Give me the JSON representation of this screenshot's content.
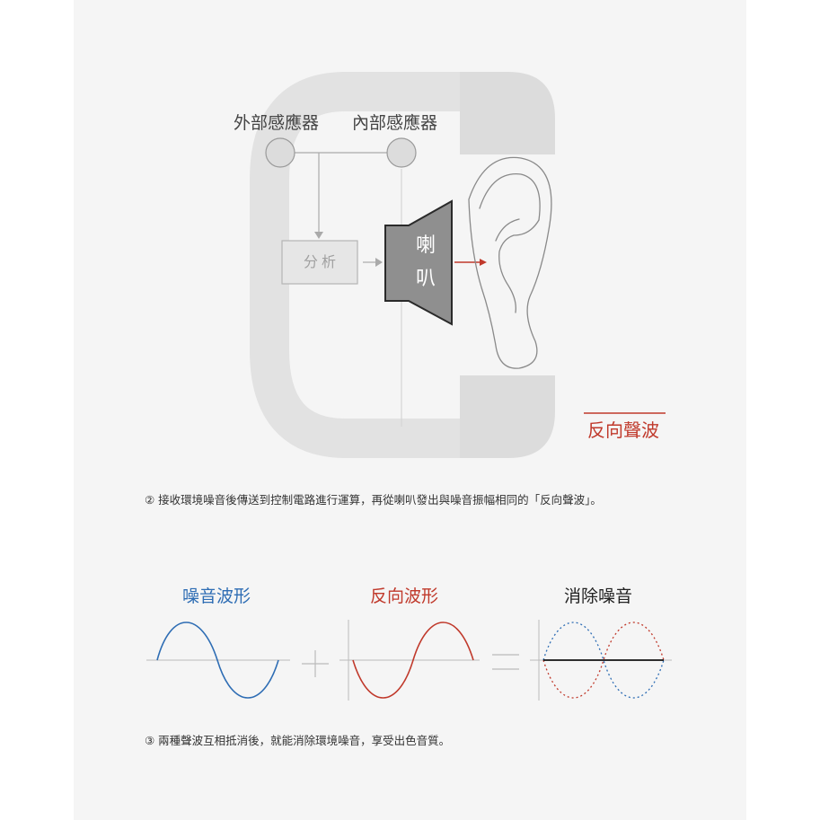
{
  "labels": {
    "external_sensor": "外部感應器",
    "internal_sensor": "內部感應器",
    "analysis": "分析",
    "speaker_line1": "喇",
    "speaker_line2": "叭",
    "anti_wave": "反向聲波"
  },
  "captions": {
    "step2": "② 接收環境噪音後傳送到控制電路進行運算，再從喇叭發出與噪音振幅相同的「反向聲波」。",
    "step3": "③ 兩種聲波互相抵消後，就能消除環境噪音，享受出色音質。"
  },
  "waves": {
    "noise_title": "噪音波形",
    "anti_title": "反向波形",
    "cancel_title": "消除噪音"
  },
  "colors": {
    "noise": "#2e6db4",
    "anti": "#c0392b",
    "text": "#333333",
    "panel": "#f5f5f5",
    "earbud": "#dcdcdc"
  }
}
